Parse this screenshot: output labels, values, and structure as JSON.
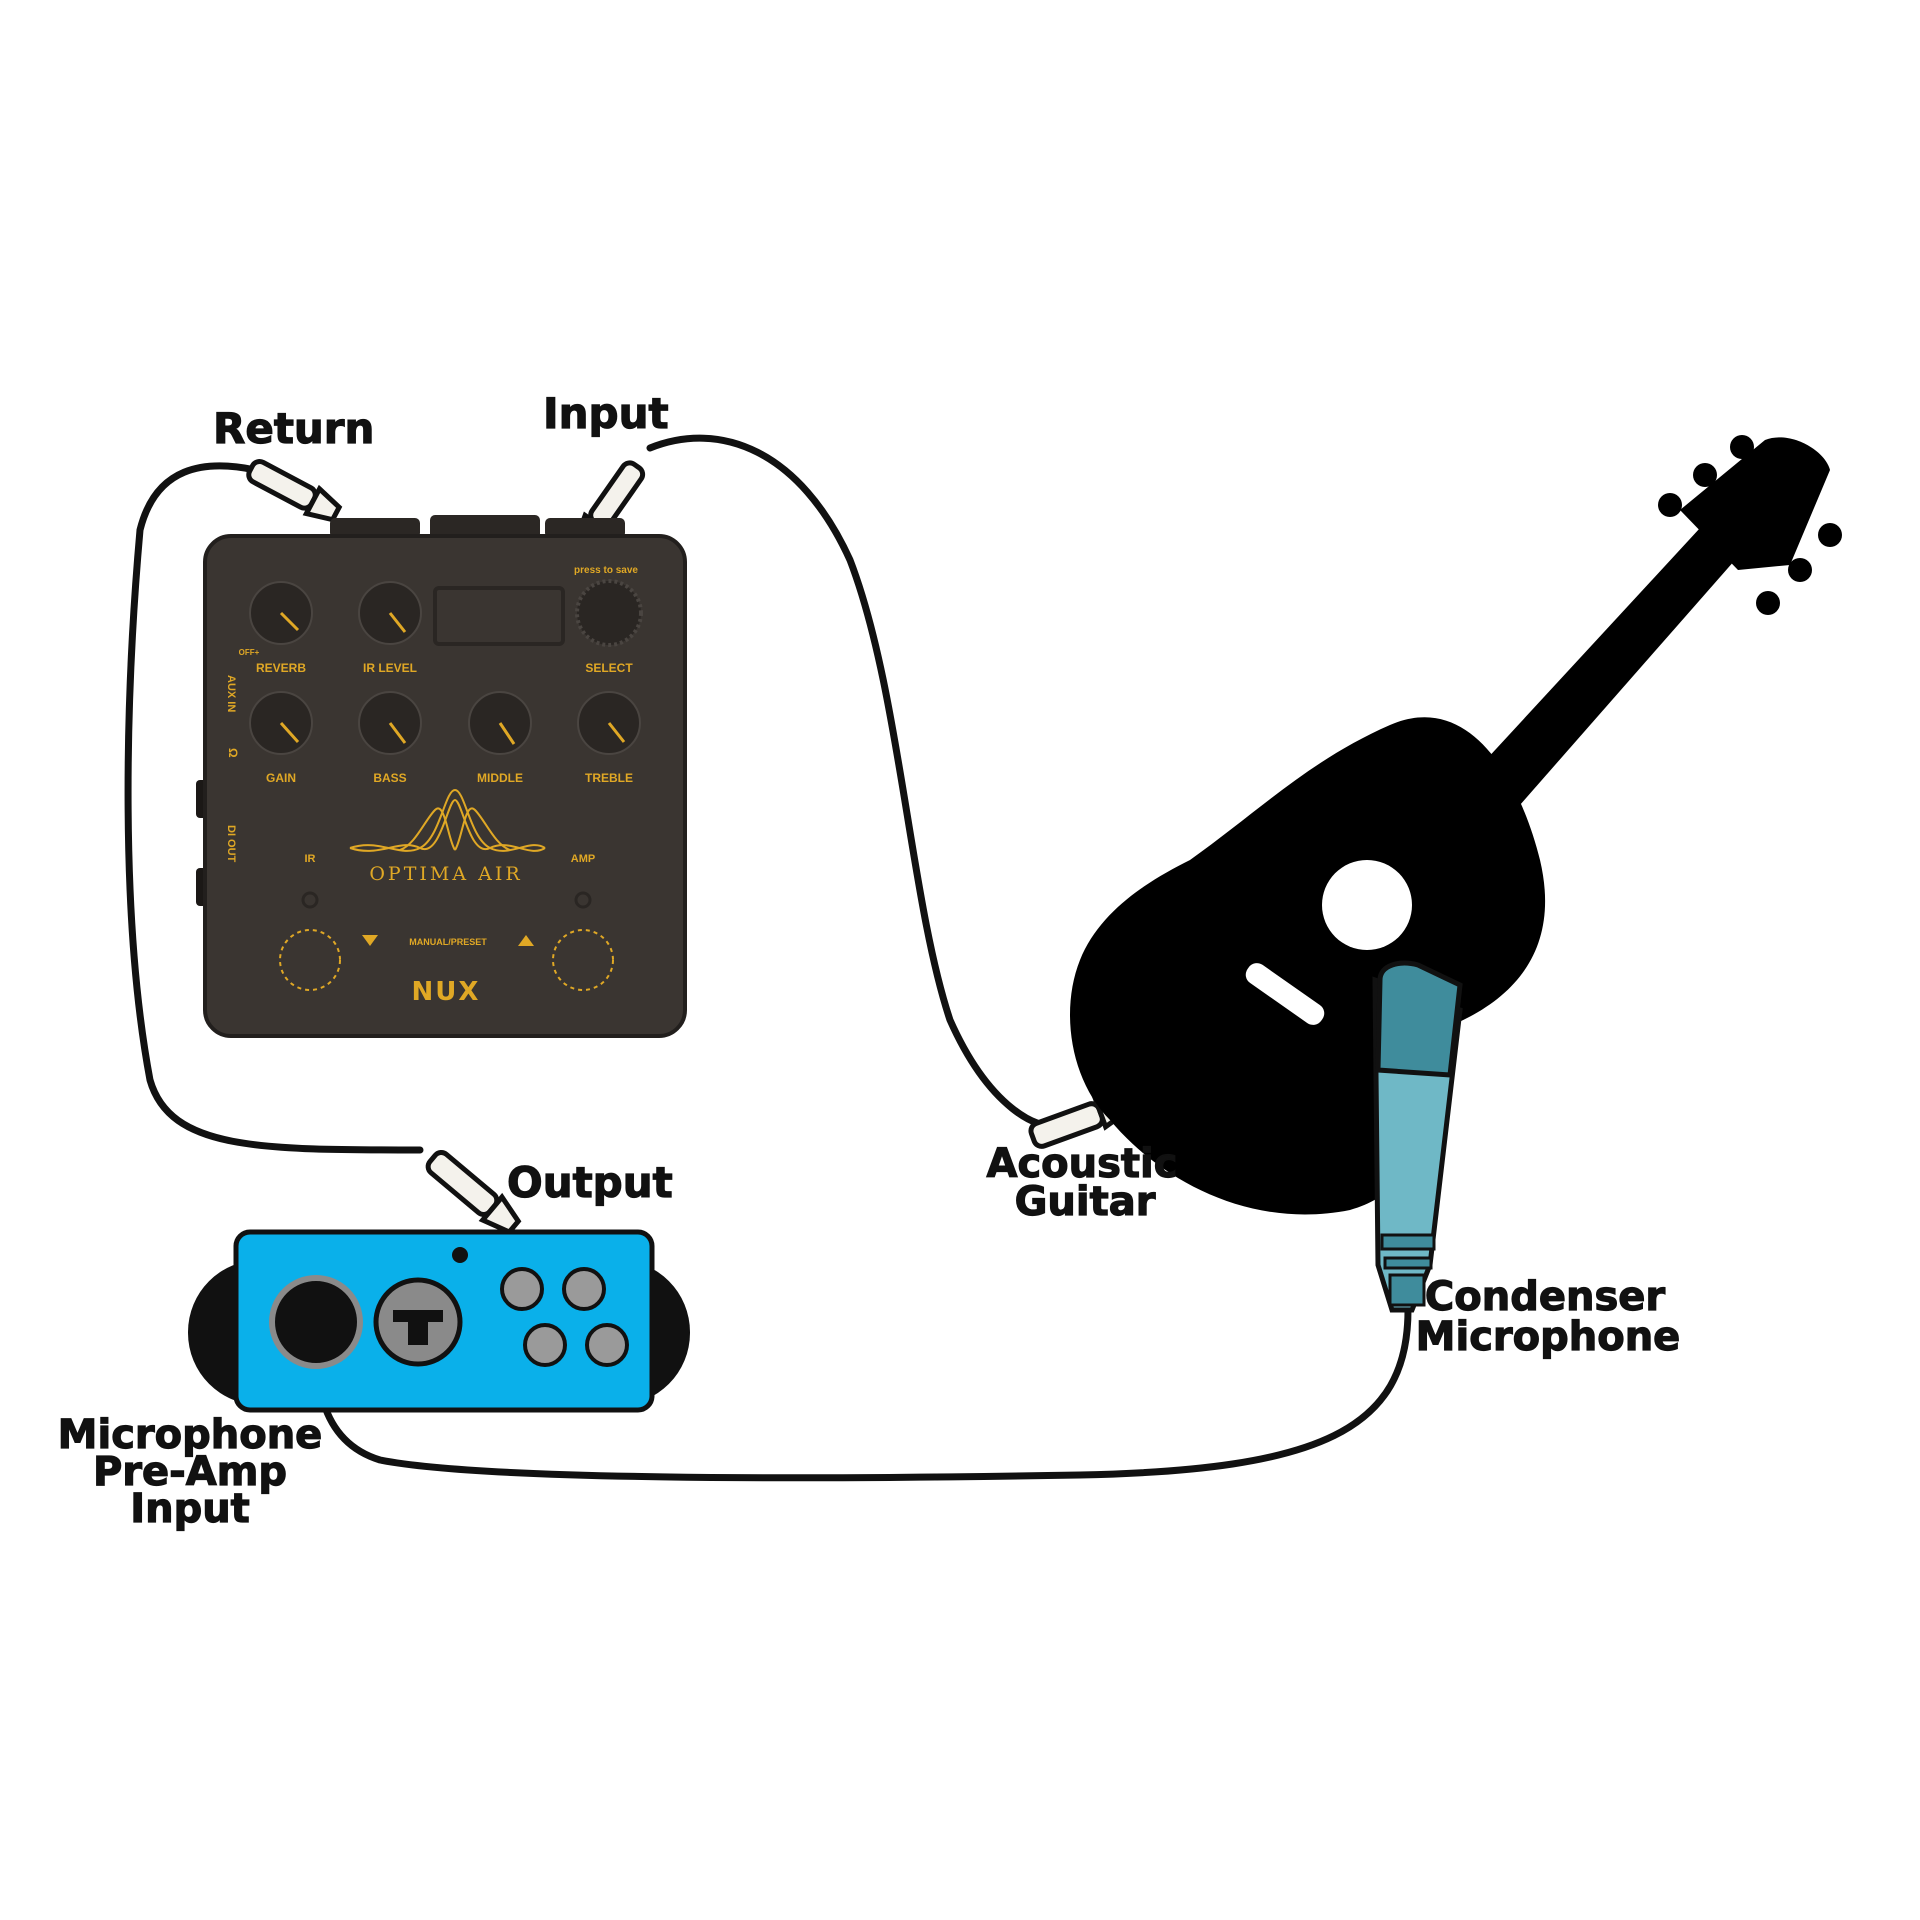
{
  "labels": {
    "return": "Return",
    "input": "Input",
    "output": "Output",
    "acoustic_line1": "Acoustic",
    "acoustic_line2": "Guitar",
    "condenser_line1": "Condenser",
    "condenser_line2": "Microphone",
    "preamp_line1": "Microphone",
    "preamp_line2": "Pre-Amp",
    "preamp_line3": "Input"
  },
  "pedal": {
    "brand": "NUX",
    "model": "OPTIMA AIR",
    "press_to_save": "press to save",
    "off_label": "OFF+",
    "knobs_top": [
      "REVERB",
      "IR LEVEL",
      "SELECT"
    ],
    "knobs_bottom": [
      "GAIN",
      "BASS",
      "MIDDLE",
      "TREBLE"
    ],
    "side_aux": "AUX IN",
    "side_di": "DI OUT",
    "ir": "IR",
    "amp": "AMP",
    "manual_preset": "MANUAL/PRESET",
    "colors": {
      "body": "#3a3531",
      "accent": "#e0a825"
    }
  },
  "preamp": {
    "color": "#0ab0ea",
    "knob_color": "#9a9a9a"
  },
  "microphone": {
    "color": "#6fb8c6",
    "head_color": "#3f8c9c"
  }
}
